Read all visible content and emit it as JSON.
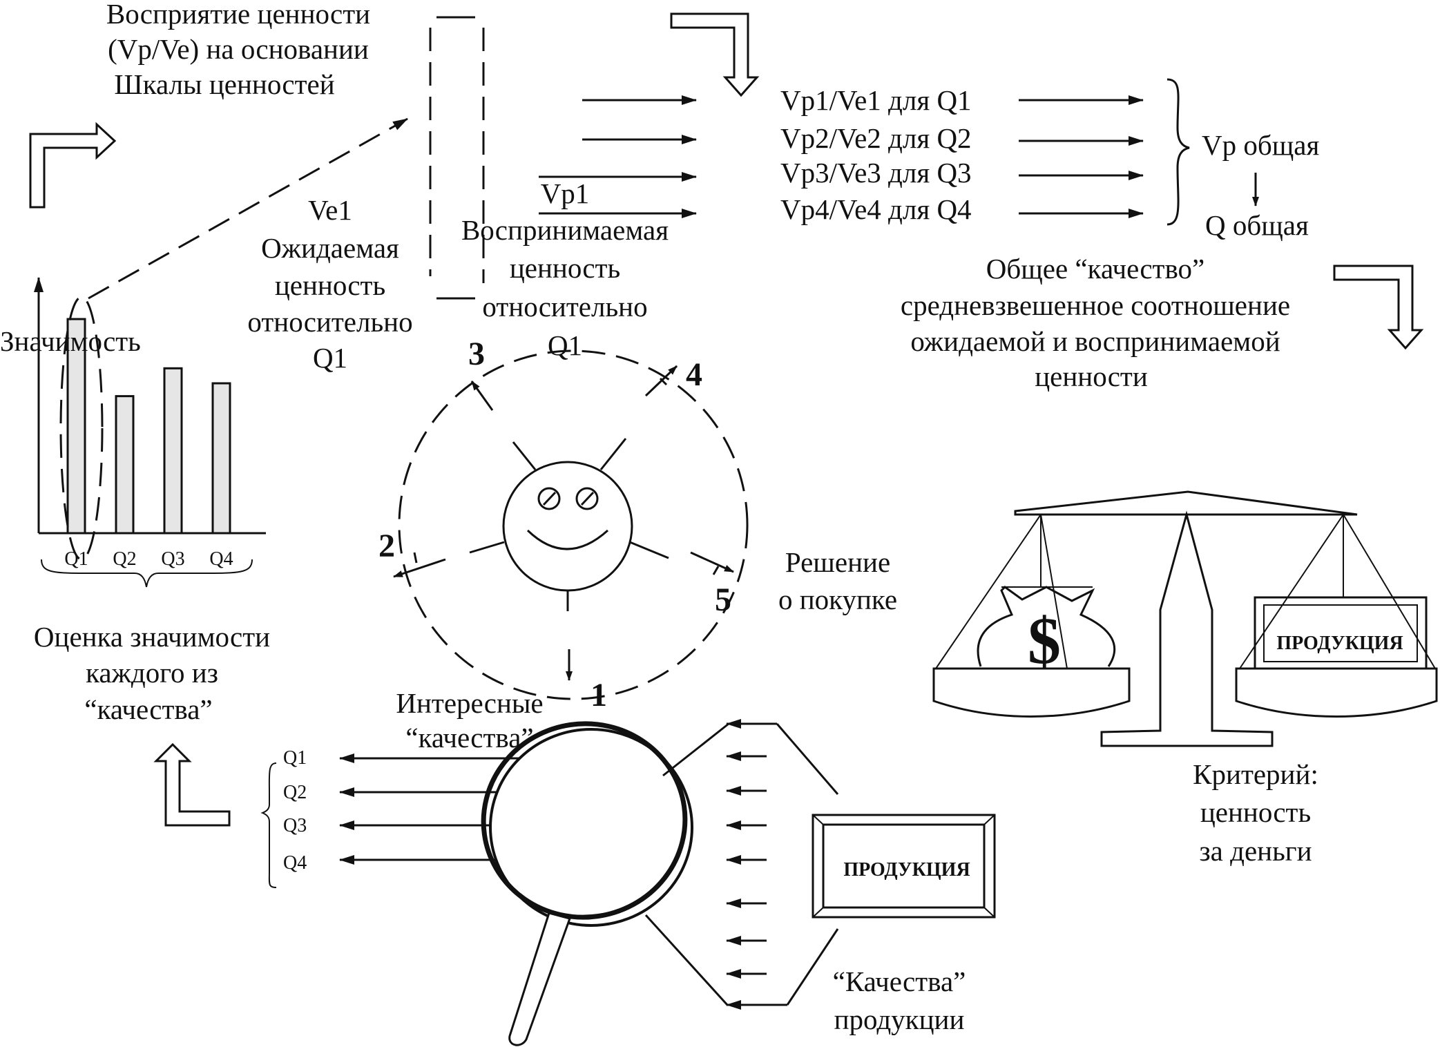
{
  "top": {
    "perception_lines": [
      "Восприятие ценности",
      "(Vp/Ve) на основании",
      "Шкалы ценностей"
    ]
  },
  "ratios": [
    {
      "text": "Vp1/Ve1 для Q1"
    },
    {
      "text": "Vp2/Ve2 для Q2"
    },
    {
      "text": "Vp3/Ve3 для Q3"
    },
    {
      "text": "Vp4/Ve4 для Q4"
    }
  ],
  "vp_total": "Vp общая",
  "q_total": "Q общая",
  "overall_lines": [
    "Общее “качество”",
    "средневзвешенное соотношение",
    "ожидаемой и воспринимаемой",
    "ценности"
  ],
  "ve1_lines": [
    "Ve1",
    "Ожидаемая",
    "ценность",
    "относительно",
    "Q1"
  ],
  "vp1_lines": [
    "Vp1",
    "Воспринимаемая",
    "ценность",
    "относительно",
    "Q1"
  ],
  "importance_label": "Значимость",
  "bar_chart": {
    "categories": [
      "Q1",
      "Q2",
      "Q3",
      "Q4"
    ],
    "values": [
      100,
      64,
      77,
      70
    ],
    "ylim": [
      0,
      100
    ]
  },
  "evaluation_lines": [
    "Оценка значимости",
    "каждого из",
    "“качества”"
  ],
  "interesting_lines": [
    "Интересные",
    "“качества”"
  ],
  "q_list": [
    "Q1",
    "Q2",
    "Q3",
    "Q4"
  ],
  "product_label": "ПРОДУКЦИЯ",
  "product_qualities_lines": [
    "“Качества”",
    "продукции"
  ],
  "decision_lines": [
    "Решение",
    "о покупке"
  ],
  "step_numbers": [
    "1",
    "2",
    "3",
    "4",
    "5"
  ],
  "criterion_lines": [
    "Критерий:",
    "ценность",
    "за деньги"
  ],
  "scale": {
    "left_symbol": "$",
    "right_label": "ПРОДУКЦИЯ"
  }
}
